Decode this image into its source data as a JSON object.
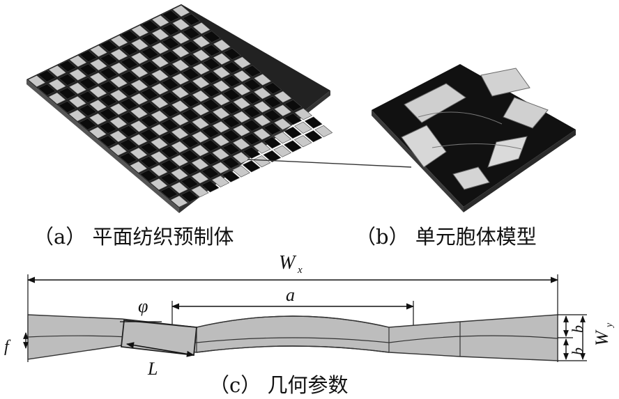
{
  "figure": {
    "panel_a": {
      "caption": "（a） 平面纺织预制体",
      "weave_grid": {
        "rows": 15,
        "cols": 15
      },
      "colors": {
        "dark": "#0b0b0b",
        "light": "#c9c9c9",
        "edge": "#444444"
      }
    },
    "panel_b": {
      "caption": "（b） 单元胞体模型"
    },
    "panel_c": {
      "caption": "（c） 几何参数",
      "labels": {
        "Wx_main": "W",
        "Wx_sub": "x",
        "a": "a",
        "phi": "φ",
        "f": "f",
        "L": "L",
        "b_top": "b",
        "b_bottom": "b",
        "Wy_main": "W",
        "Wy_sub": "y"
      },
      "colors": {
        "fill": "#bdbdbd",
        "stroke": "#333333"
      }
    }
  }
}
